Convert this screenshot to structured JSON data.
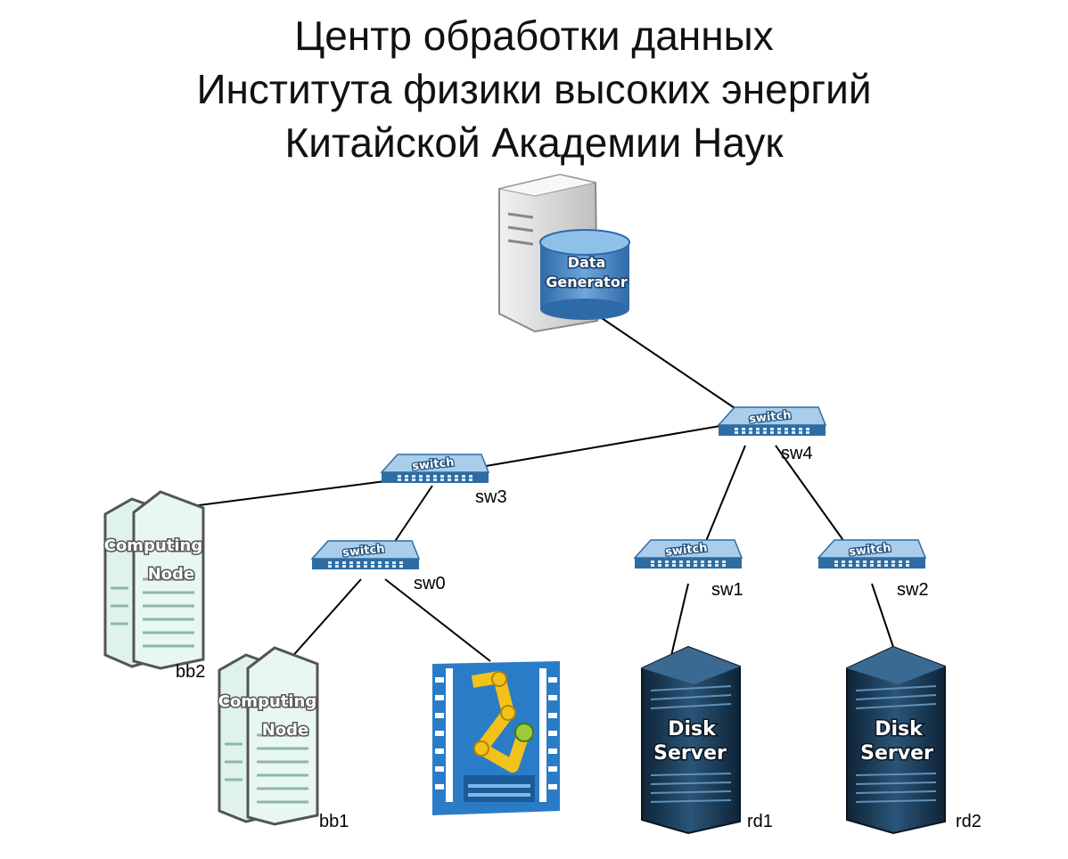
{
  "title": {
    "line1": "Центр обработки данных",
    "line2": "Института физики высоких энергий",
    "line3": "Китайской Академии Наук"
  },
  "nodes": {
    "data_generator": {
      "label_top": "Data",
      "label_bottom": "Generator"
    },
    "switch_text": "switch",
    "sw4": "sw4",
    "sw3": "sw3",
    "sw0": "sw0",
    "sw1": "sw1",
    "sw2": "sw2",
    "bb2": "bb2",
    "bb1": "bb1",
    "rd1": "rd1",
    "rd2": "rd2",
    "computing_top": "Computing",
    "computing_bottom": "Node",
    "disk_top": "Disk",
    "disk_bottom": "Server"
  },
  "colors": {
    "switch_top": "#7fb2dd",
    "switch_side": "#2e6da3",
    "computing_fill": "#dff3ec",
    "disk_fill": "#1f3b52",
    "robot_blue": "#2a7cc7",
    "robot_yellow": "#f2c21b"
  }
}
